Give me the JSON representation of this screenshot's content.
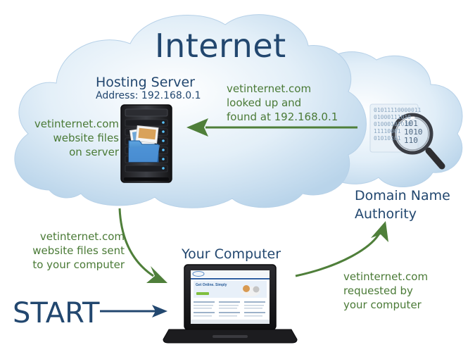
{
  "diagram": {
    "title": "Internet",
    "hosting_server": {
      "title": "Hosting Server",
      "address": "Address: 192.168.0.1",
      "files_note": [
        "vetinternet.com",
        "website files",
        "on server"
      ]
    },
    "lookup_note": [
      "vetinternet.com",
      "looked up and",
      "found at 192.168.0.1"
    ],
    "dns": {
      "label": [
        "Domain Name",
        "Authority"
      ],
      "binary": [
        "01011110000011",
        "01000111010",
        "01000101010",
        "11110001",
        "01010101"
      ],
      "binary_overlay": [
        "101",
        "1010",
        "110"
      ]
    },
    "your_computer": {
      "title": "Your Computer",
      "screen_headline": "Get Online. Simply"
    },
    "files_sent_note": [
      "vetinternet.com",
      "website files sent",
      "to your computer"
    ],
    "request_note": [
      "vetinternet.com",
      "requested by",
      "your computer"
    ],
    "start_label": "START",
    "colors": {
      "cloud_fill": "#dbeaf6",
      "cloud_edge": "#b7d1e8",
      "navy_text": "#22476f",
      "green_text": "#4a7a36",
      "arrow_green": "#4f7f3a",
      "arrow_navy": "#22476f"
    }
  }
}
